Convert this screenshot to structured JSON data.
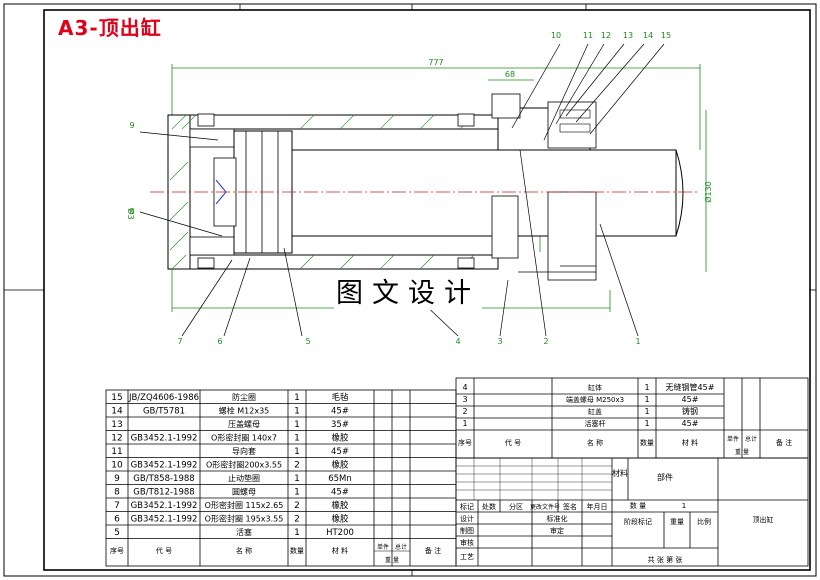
{
  "title": "A3-顶出缸",
  "watermark": "图文设计",
  "callouts": [
    "1",
    "2",
    "3",
    "4",
    "5",
    "6",
    "7",
    "8",
    "9",
    "10",
    "11",
    "12",
    "13",
    "14",
    "15"
  ],
  "dims": {
    "overall_length": "777",
    "port_offset": "68",
    "diameter": "Ø130",
    "left_dia": "Ø3"
  },
  "parts_table": {
    "header": {
      "seq": "序号",
      "code": "代  号",
      "name": "名  称",
      "qty": "数量",
      "material": "材  料",
      "unit_weight": "单件",
      "total_weight": "总计",
      "weight": "重  量",
      "remark": "备 注"
    },
    "rows": [
      {
        "seq": "15",
        "code": "JB/ZQ4606-1986",
        "name": "防尘圈",
        "qty": "1",
        "material": "毛毡"
      },
      {
        "seq": "14",
        "code": "GB/T5781",
        "name": "螺栓 M12x35",
        "qty": "1",
        "material": "45#"
      },
      {
        "seq": "13",
        "code": "",
        "name": "压盖螺母",
        "qty": "1",
        "material": "35#"
      },
      {
        "seq": "12",
        "code": "GB3452.1-1992",
        "name": "O形密封圈 140x7",
        "qty": "1",
        "material": "橡胶"
      },
      {
        "seq": "11",
        "code": "",
        "name": "导向套",
        "qty": "1",
        "material": "45#"
      },
      {
        "seq": "10",
        "code": "GB3452.1-1992",
        "name": "O形密封圈200x3.55",
        "qty": "2",
        "material": "橡胶"
      },
      {
        "seq": "9",
        "code": "GB/T858-1988",
        "name": "止动垫圈",
        "qty": "1",
        "material": "65Mn"
      },
      {
        "seq": "8",
        "code": "GB/T812-1988",
        "name": "圆螺母",
        "qty": "1",
        "material": "45#"
      },
      {
        "seq": "7",
        "code": "GB3452.1-1992",
        "name": "O形密封圈 115x2.65",
        "qty": "2",
        "material": "橡胶"
      },
      {
        "seq": "6",
        "code": "GB3452.1-1992",
        "name": "O形密封圈 195x3.55",
        "qty": "2",
        "material": "橡胶"
      },
      {
        "seq": "5",
        "code": "",
        "name": "活塞",
        "qty": "1",
        "material": "HT200"
      }
    ]
  },
  "parts_table_right": {
    "header": {
      "seq": "序号",
      "code": "代  号",
      "name": "名  称",
      "qty": "数量",
      "material": "材  料",
      "unit_weight": "单件",
      "total_weight": "总计",
      "weight": "重  量",
      "remark": "备 注"
    },
    "rows": [
      {
        "seq": "4",
        "code": "",
        "name": "缸体",
        "qty": "1",
        "material": "无缝钢管45#"
      },
      {
        "seq": "3",
        "code": "",
        "name": "端盖螺母 M250x3",
        "qty": "1",
        "material": "45#"
      },
      {
        "seq": "2",
        "code": "",
        "name": "缸盖",
        "qty": "1",
        "material": "铸钢"
      },
      {
        "seq": "1",
        "code": "",
        "name": "活塞杆",
        "qty": "1",
        "material": "45#"
      }
    ]
  },
  "title_block": {
    "material_label": "材料",
    "material_value": "部件",
    "mark": "标记",
    "count": "处数",
    "zone": "分区",
    "doc": "更改文件号",
    "sign": "签名",
    "date": "年月日",
    "design": "设计",
    "standardize": "标准化",
    "proof": "制图",
    "review": "审定",
    "check": "审核",
    "process": "工艺",
    "stage_mark": "阶段标记",
    "weight": "重量",
    "scale": "比例",
    "qty_label": "数  量",
    "qty_value": "1",
    "part_name": "顶出缸",
    "sheets": "共  张  第  张"
  }
}
